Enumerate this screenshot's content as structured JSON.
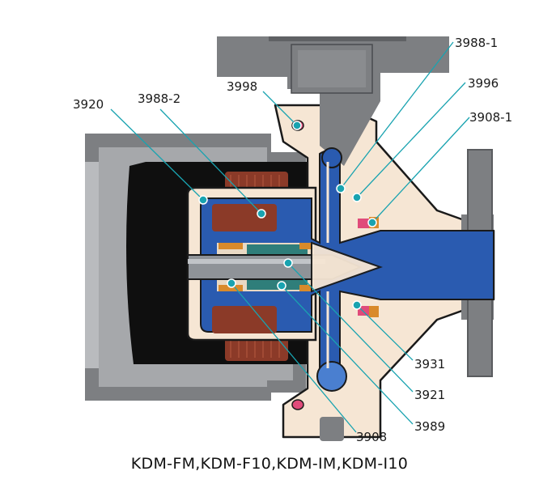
{
  "caption": "KDM-FM,KDM-F10,KDM-IM,KDM-I10",
  "callouts": [
    {
      "id": "3988-1",
      "text": "3988-1"
    },
    {
      "id": "3996",
      "text": "3996"
    },
    {
      "id": "3908-1",
      "text": "3908-1"
    },
    {
      "id": "3998",
      "text": "3998"
    },
    {
      "id": "3920",
      "text": "3920"
    },
    {
      "id": "3988-2",
      "text": "3988-2"
    },
    {
      "id": "3931",
      "text": "3931"
    },
    {
      "id": "3921",
      "text": "3921"
    },
    {
      "id": "3989",
      "text": "3989"
    },
    {
      "id": "3908",
      "text": "3908"
    }
  ],
  "colors": {
    "housing": "#7d7f82",
    "housing_light": "#a6a8ab",
    "casing": "#f6e6d4",
    "magnet": "#8b3a28",
    "impeller": "#2a5bb0",
    "impeller_dark": "#1f4a99",
    "shaft": "#8f9398",
    "leader": "#19a3b0",
    "bearing": "#d98a2b"
  }
}
